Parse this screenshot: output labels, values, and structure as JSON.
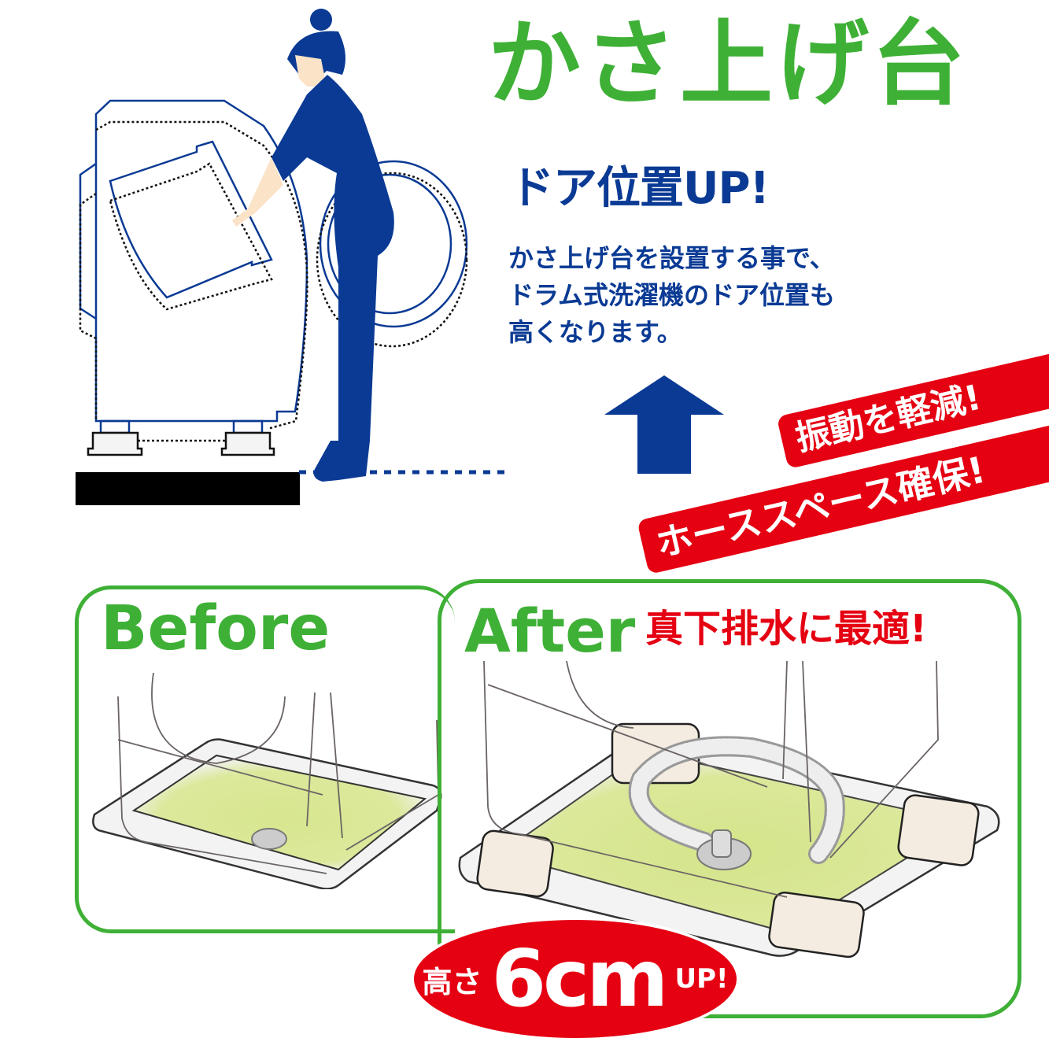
{
  "header": {
    "title": "かさ上げ台",
    "title_color": "#3eb036"
  },
  "feature": {
    "headline": "ドア位置UP!",
    "headline_color": "#0a3a94",
    "description_lines": [
      "かさ上げ台を設置する事で、",
      "ドラム式洗濯機のドア位置も",
      "高くなります。"
    ]
  },
  "banners": [
    {
      "label": "振動を軽減!",
      "color": "#e50012"
    },
    {
      "label": "ホーススペース確保!",
      "color": "#e50012"
    }
  ],
  "comparison": {
    "before_label": "Before",
    "after_label": "After",
    "after_note": "真下排水に最適!"
  },
  "badge": {
    "prefix": "高さ",
    "value": "6cm",
    "suffix": "UP!",
    "color": "#e50012"
  },
  "illustration": {
    "icons": [
      "woman-figure-icon",
      "washing-machine-outline-icon",
      "riser-block-icon",
      "up-arrow-icon",
      "drain-pan-icon",
      "drain-hose-icon"
    ]
  }
}
